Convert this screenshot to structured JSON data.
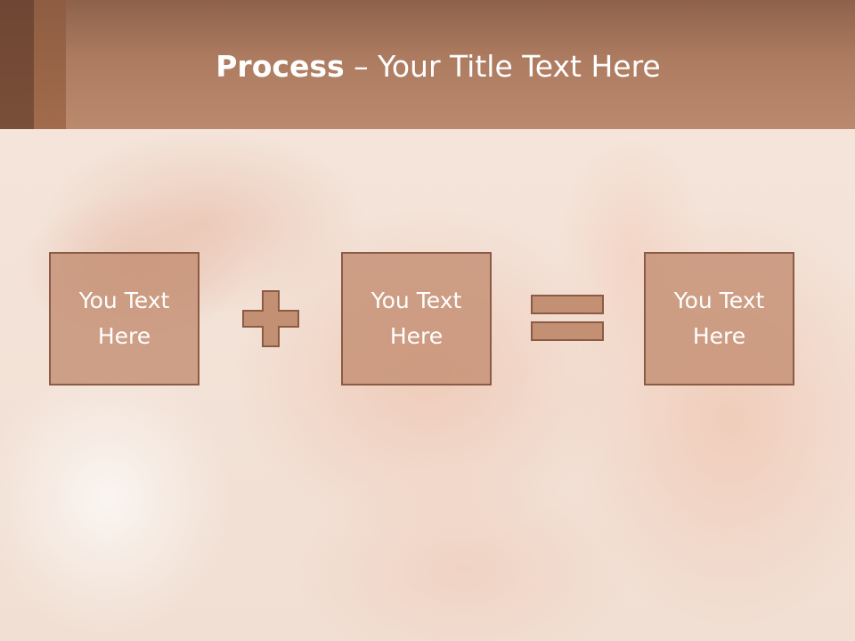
{
  "slide": {
    "title_bold": "Process",
    "title_rest": " – Your Title Text Here",
    "boxes": [
      {
        "label": "You Text Here"
      },
      {
        "label": "You Text Here"
      },
      {
        "label": "You Text Here"
      }
    ],
    "operators": [
      "plus-sign",
      "equals-sign"
    ],
    "colors": {
      "header": "#b3805f",
      "accent_dark": "#74492f",
      "accent_light": "#98633f",
      "box_fill": "#c49074",
      "box_border": "#8a5b45",
      "operator_fill": "#c49074",
      "text": "#ffffff"
    }
  }
}
